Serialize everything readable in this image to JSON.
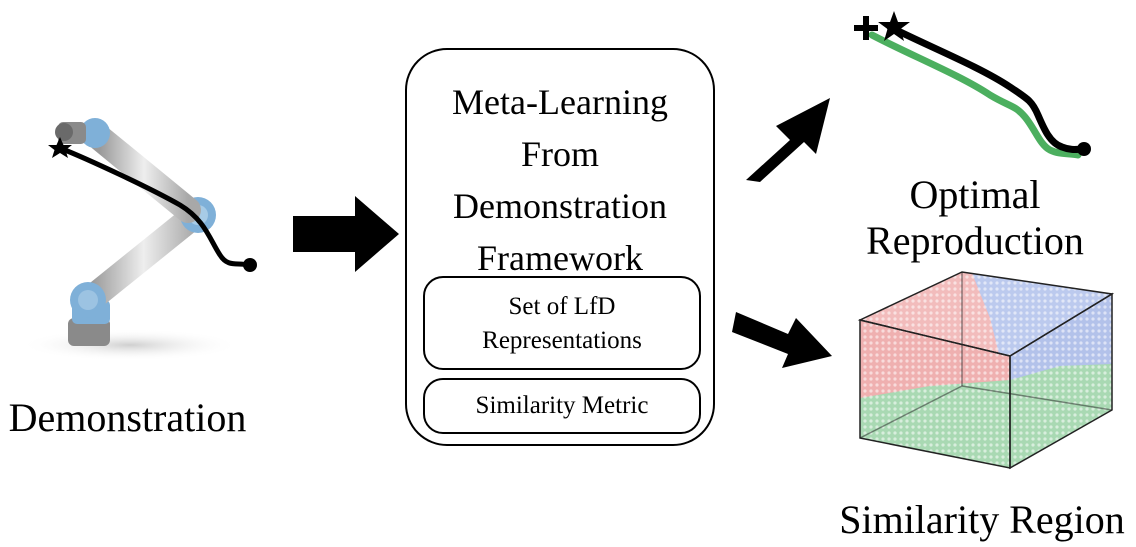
{
  "labels": {
    "demonstration": "Demonstration",
    "optimal_reproduction_line1": "Optimal",
    "optimal_reproduction_line2": "Reproduction",
    "similarity_region": "Similarity Region"
  },
  "framework": {
    "title_lines": [
      "Meta-Learning",
      "From",
      "Demonstration",
      "Framework"
    ],
    "lfd_box_lines": [
      "Set of LfD",
      "Representations"
    ],
    "metric_box": "Similarity Metric"
  },
  "colors": {
    "robot_blue": "#7fb0d8",
    "robot_silver": "#c8c8c8",
    "trajectory_green": "#4caf5f",
    "trajectory_black": "#000000",
    "region_red": "#e06a6a",
    "region_blue": "#5b7fd0",
    "region_green": "#5cb870"
  },
  "icons": [
    "robot-arm-icon",
    "arrow-right-icon",
    "trajectory-plot-icon",
    "similarity-cube-icon"
  ]
}
